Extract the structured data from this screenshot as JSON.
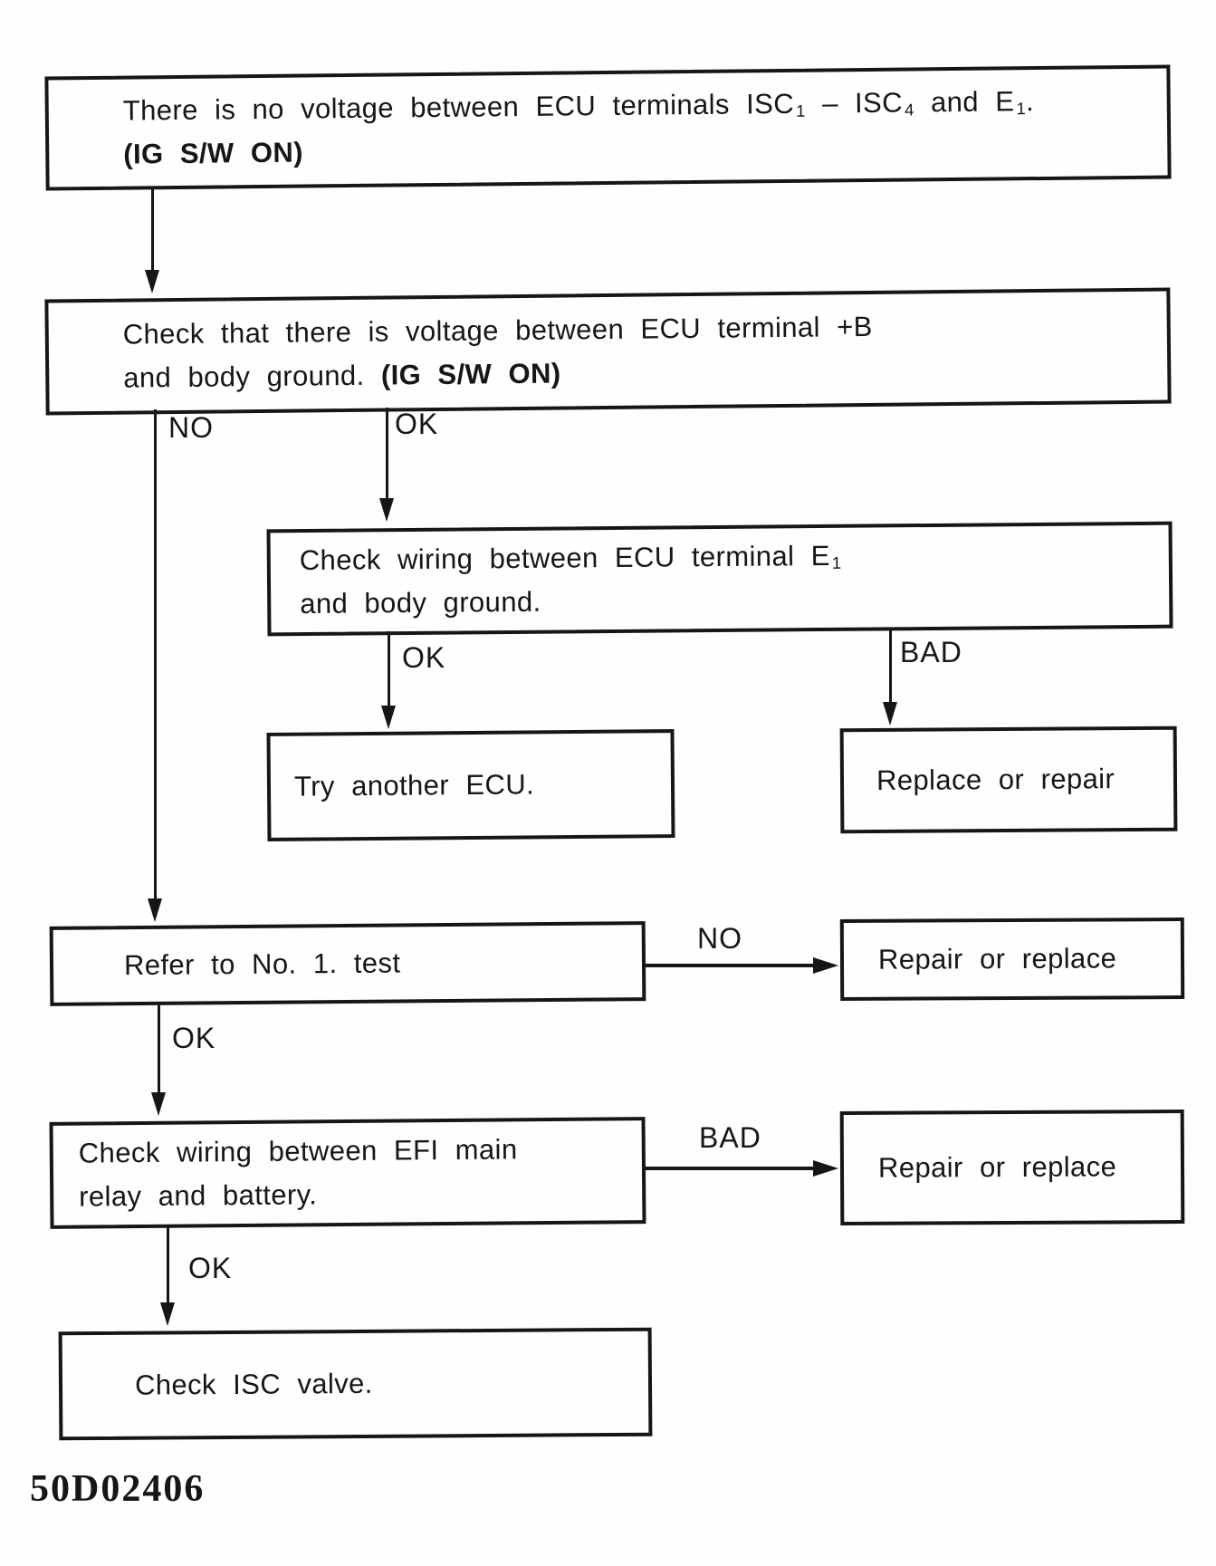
{
  "figure": {
    "code": "50D02406"
  },
  "flowchart": {
    "nodes": {
      "start": {
        "text_before_sub1": "There is no voltage between ECU terminals ISC",
        "sub1": "1",
        "text_mid": " – ISC",
        "sub2": "4",
        "text_after": " and E",
        "sub3": "1",
        "period": ".",
        "condition_bold": "(IG S/W ON)"
      },
      "check_plus_b": {
        "line1": "Check that there is voltage between ECU terminal +B",
        "line2_text": "and body ground. ",
        "line2_bold": "(IG S/W ON)"
      },
      "check_e1_wiring": {
        "line1_text": "Check wiring between ECU terminal E",
        "line1_sub": "1",
        "line2": "and body ground."
      },
      "try_another_ecu": {
        "label": "Try another ECU."
      },
      "replace_or_repair": {
        "label": "Replace or repair"
      },
      "refer_no1_test": {
        "label": "Refer to No. 1. test"
      },
      "repair_or_replace_1": {
        "label": "Repair or replace"
      },
      "check_efi_main_relay": {
        "line1": "Check wiring between EFI main",
        "line2": "relay and battery."
      },
      "repair_or_replace_2": {
        "label": "Repair or replace"
      },
      "check_isc_valve": {
        "label": "Check ISC valve."
      }
    },
    "edge_labels": {
      "b_no": "NO",
      "b_ok": "OK",
      "c_ok": "OK",
      "c_bad": "BAD",
      "f_no": "NO",
      "f_ok": "OK",
      "h_bad": "BAD",
      "h_ok": "OK"
    },
    "colors": {
      "ink": "#161616",
      "paper": "#fefefe"
    }
  }
}
